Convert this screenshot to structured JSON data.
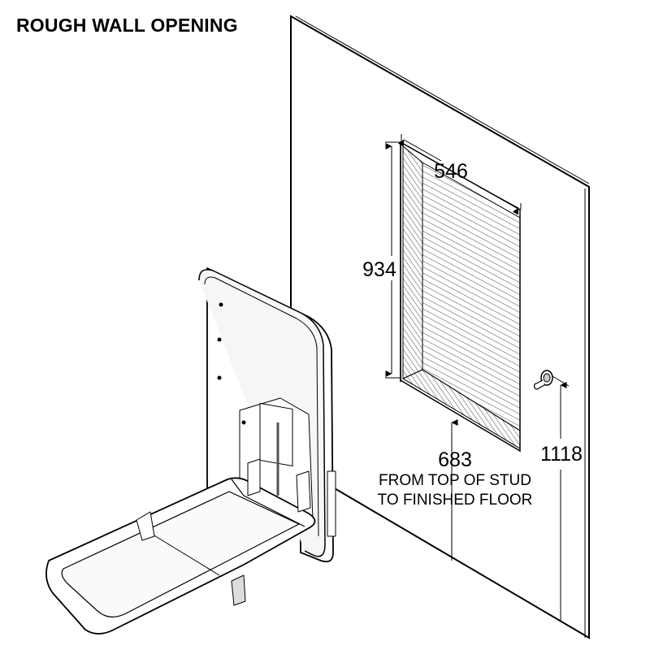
{
  "title": "ROUGH WALL OPENING",
  "dimensions": {
    "width": "546",
    "height": "934",
    "stud_height": "683",
    "bolt_height": "1118"
  },
  "note": {
    "line1": "FROM TOP OF STUD",
    "line2": "TO FINISHED FLOOR"
  }
}
